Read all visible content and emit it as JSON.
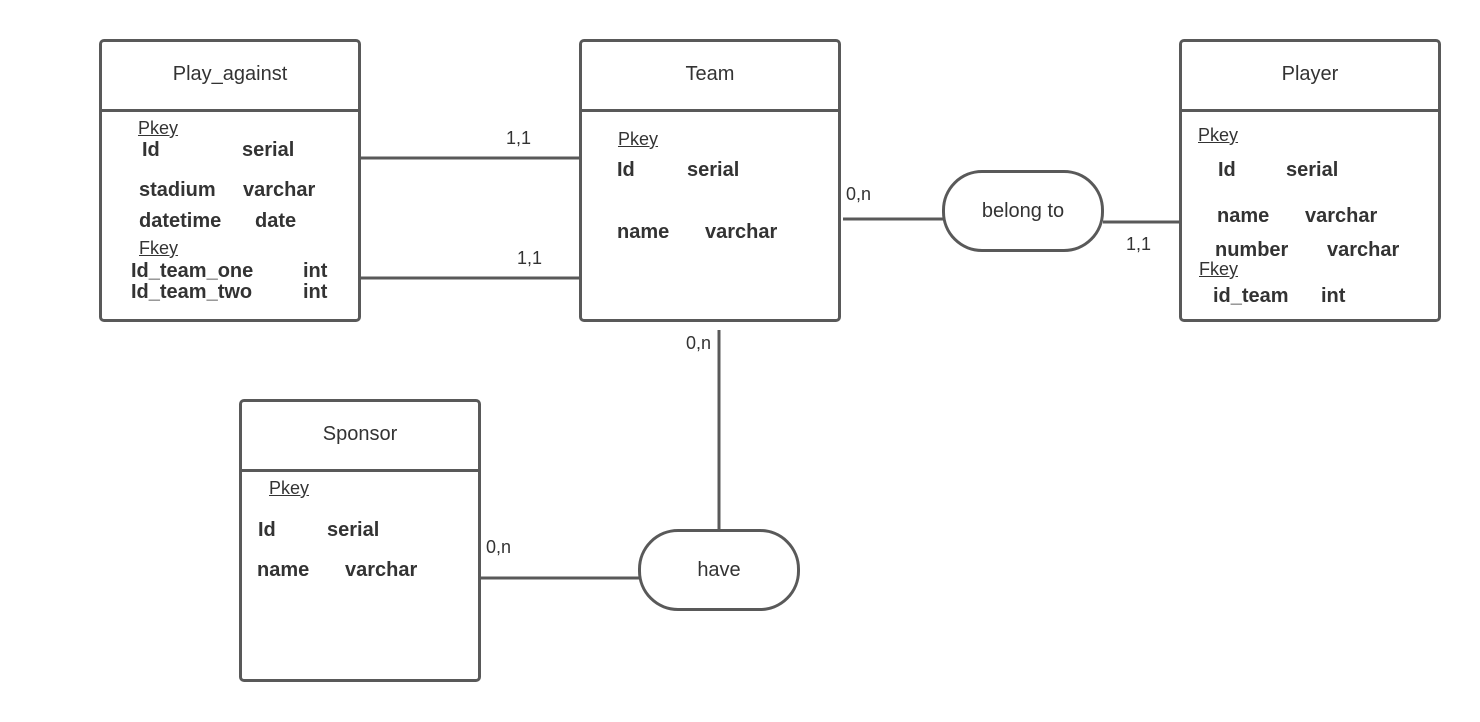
{
  "entities": {
    "play_against": {
      "title": "Play_against",
      "pkey_label": "Pkey",
      "fkey_label": "Fkey",
      "attrs": [
        {
          "name": "Id",
          "type": "serial"
        },
        {
          "name": "stadium",
          "type": "varchar"
        },
        {
          "name": "datetime",
          "type": "date"
        },
        {
          "name": "Id_team_one",
          "type": "int"
        },
        {
          "name": "Id_team_two",
          "type": "int"
        }
      ]
    },
    "team": {
      "title": "Team",
      "pkey_label": "Pkey",
      "attrs": [
        {
          "name": "Id",
          "type": "serial"
        },
        {
          "name": "name",
          "type": "varchar"
        }
      ]
    },
    "player": {
      "title": "Player",
      "pkey_label": "Pkey",
      "fkey_label": "Fkey",
      "attrs": [
        {
          "name": "Id",
          "type": "serial"
        },
        {
          "name": "name",
          "type": "varchar"
        },
        {
          "name": "number",
          "type": "varchar"
        },
        {
          "name": "id_team",
          "type": "int"
        }
      ]
    },
    "sponsor": {
      "title": "Sponsor",
      "pkey_label": "Pkey",
      "attrs": [
        {
          "name": "Id",
          "type": "serial"
        },
        {
          "name": "name",
          "type": "varchar"
        }
      ]
    }
  },
  "relationships": {
    "belong_to": "belong to",
    "have": "have"
  },
  "cardinalities": {
    "play_against_team_1": "1,1",
    "play_against_team_2": "1,1",
    "team_belong_to": "0,n",
    "player_belong_to": "1,1",
    "team_have": "0,n",
    "sponsor_have": "0,n"
  },
  "colors": {
    "stroke": "#595959",
    "text": "#333333",
    "background": "#ffffff"
  }
}
